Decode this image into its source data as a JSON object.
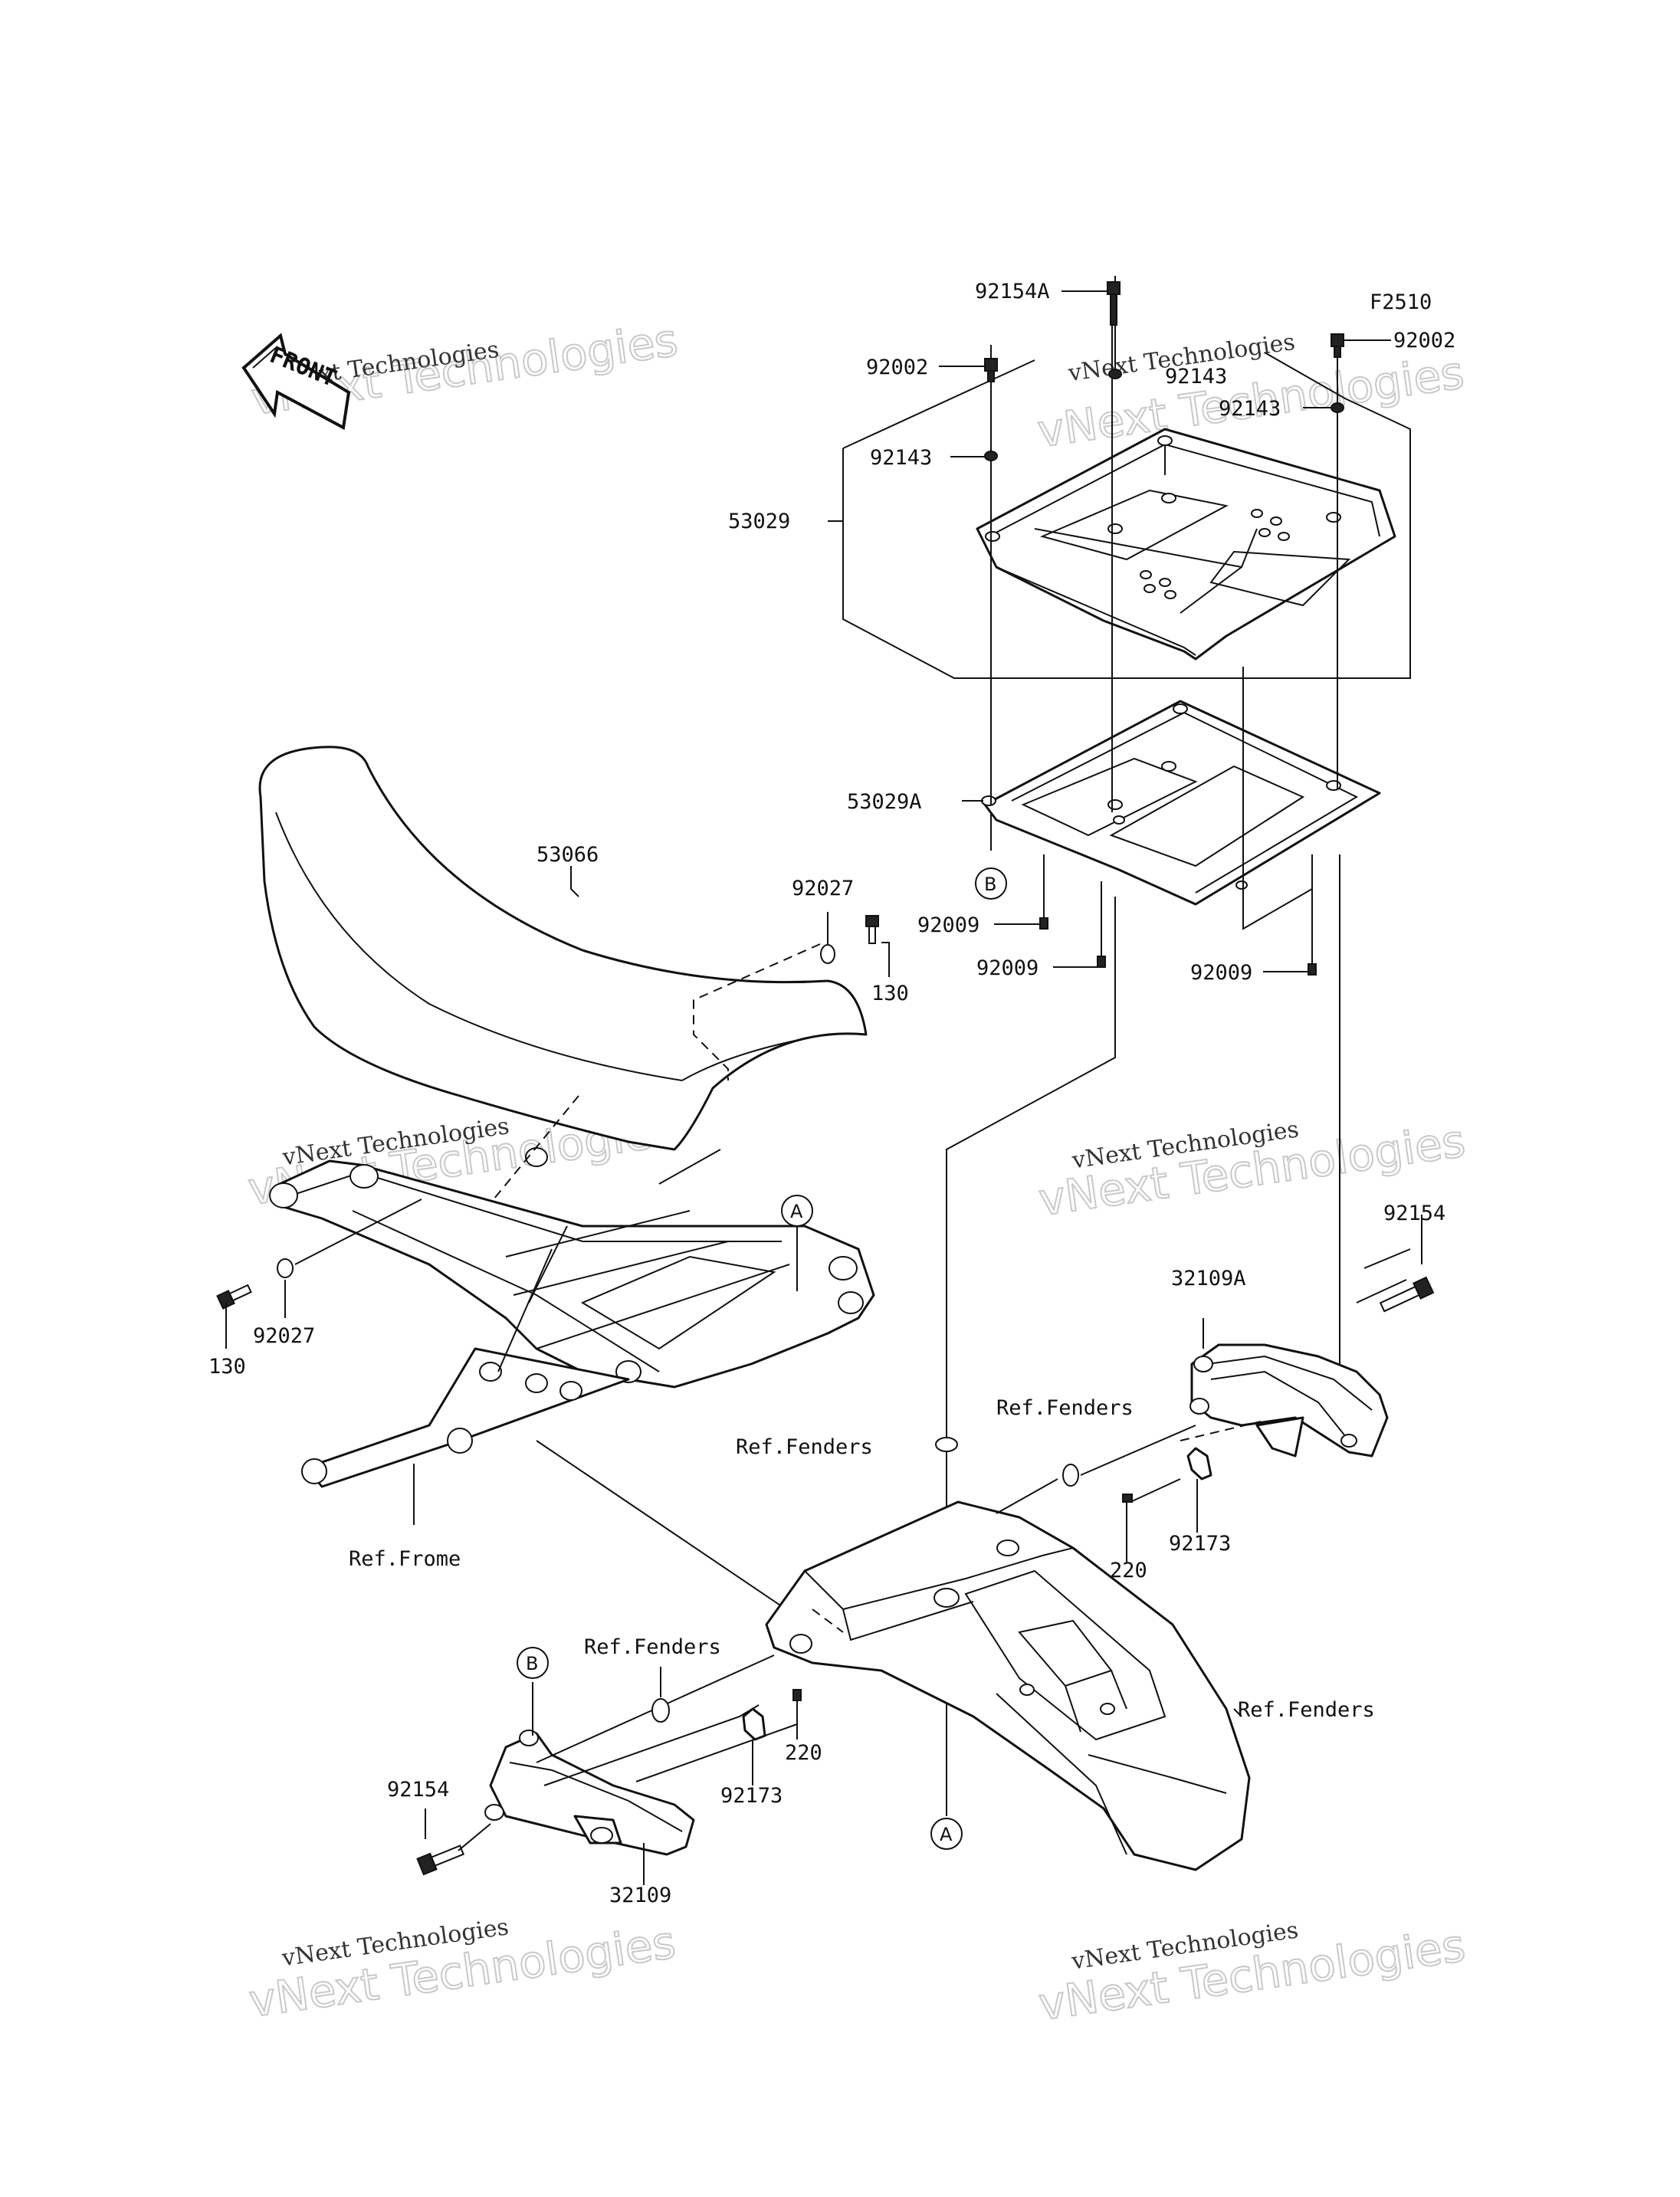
{
  "figure_code": "F2510",
  "front_label": "FRONT",
  "watermark": {
    "line1": "vNext Technologies",
    "line2": "vNext Technologies"
  },
  "refs": {
    "a": "A",
    "b": "B"
  },
  "labels": {
    "p92154A": "92154A",
    "p92002_left": "92002",
    "p92002_right": "92002",
    "p92143_left": "92143",
    "p92143_mid": "92143",
    "p92143_right": "92143",
    "p53029": "53029",
    "p53029A": "53029A",
    "p92009_left": "92009",
    "p92009_mid": "92009",
    "p92009_right": "92009",
    "p53066": "53066",
    "p92027_top": "92027",
    "p130_top": "130",
    "p92027_bottom": "92027",
    "p130_bottom": "130",
    "ref_frame": "Ref.Frome",
    "ref_fenders_1": "Ref.Fenders",
    "ref_fenders_2": "Ref.Fenders",
    "ref_fenders_3": "Ref.Fenders",
    "ref_fenders_4": "Ref.Fenders",
    "p92154_right": "92154",
    "p32109A": "32109A",
    "p220_right": "220",
    "p92173_right": "92173",
    "p92154_left": "92154",
    "p32109": "32109",
    "p92173_left": "92173",
    "p220_left": "220"
  }
}
